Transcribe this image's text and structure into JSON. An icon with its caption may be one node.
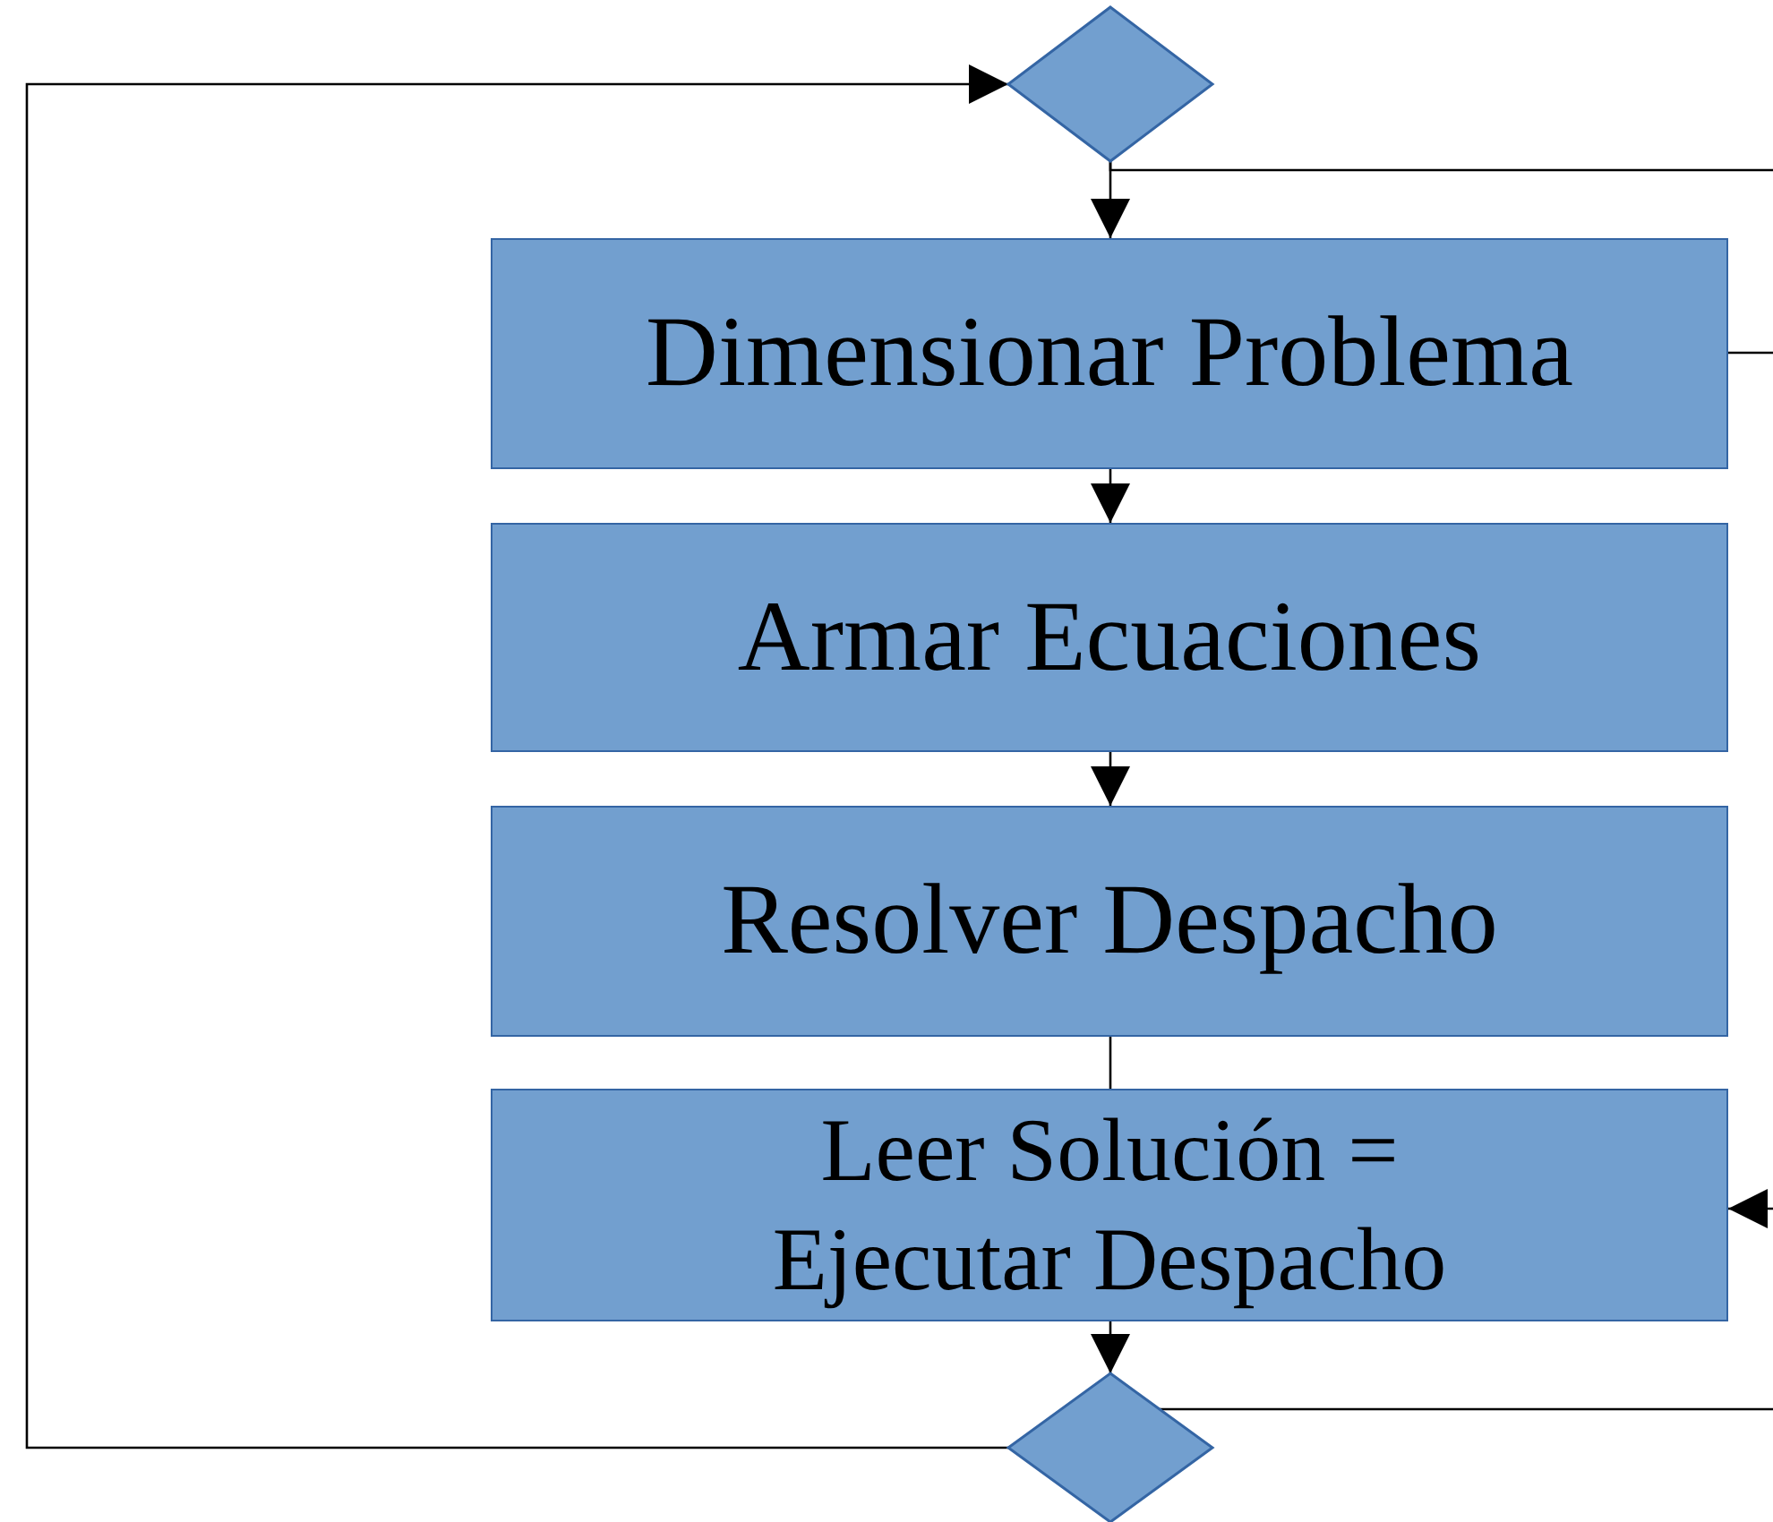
{
  "diagram": {
    "nodes": [
      {
        "text": [],
        "shape": "diamond"
      },
      {
        "text": [
          "Dimensionar Problema"
        ]
      },
      {
        "text": [
          "Armar Ecuaciones"
        ]
      },
      {
        "text": [
          "Resolver Despacho"
        ]
      },
      {
        "text": [
          "Leer Solución = Ejecutar Despacho"
        ]
      },
      {
        "text": [],
        "shape": "diamond"
      }
    ],
    "edges": [
      {
        "from": 0,
        "to": 1,
        "arrow": "to"
      },
      {
        "from": 1,
        "to": 2,
        "arrow": "to"
      },
      {
        "from": 2,
        "to": 3,
        "arrow": "to"
      },
      {
        "from": 3,
        "to": 4,
        "arrow": "none"
      },
      {
        "from": 4,
        "to": 5,
        "arrow": "to"
      },
      {
        "from": 5,
        "to": 0,
        "arrow": "to"
      },
      {
        "from": 0,
        "to": null,
        "arrow": "none"
      },
      {
        "from": 1,
        "to": null,
        "arrow": "none"
      },
      {
        "from": null,
        "to": 4,
        "arrow": "to"
      },
      {
        "from": 5,
        "to": null,
        "arrow": "none"
      }
    ]
  }
}
